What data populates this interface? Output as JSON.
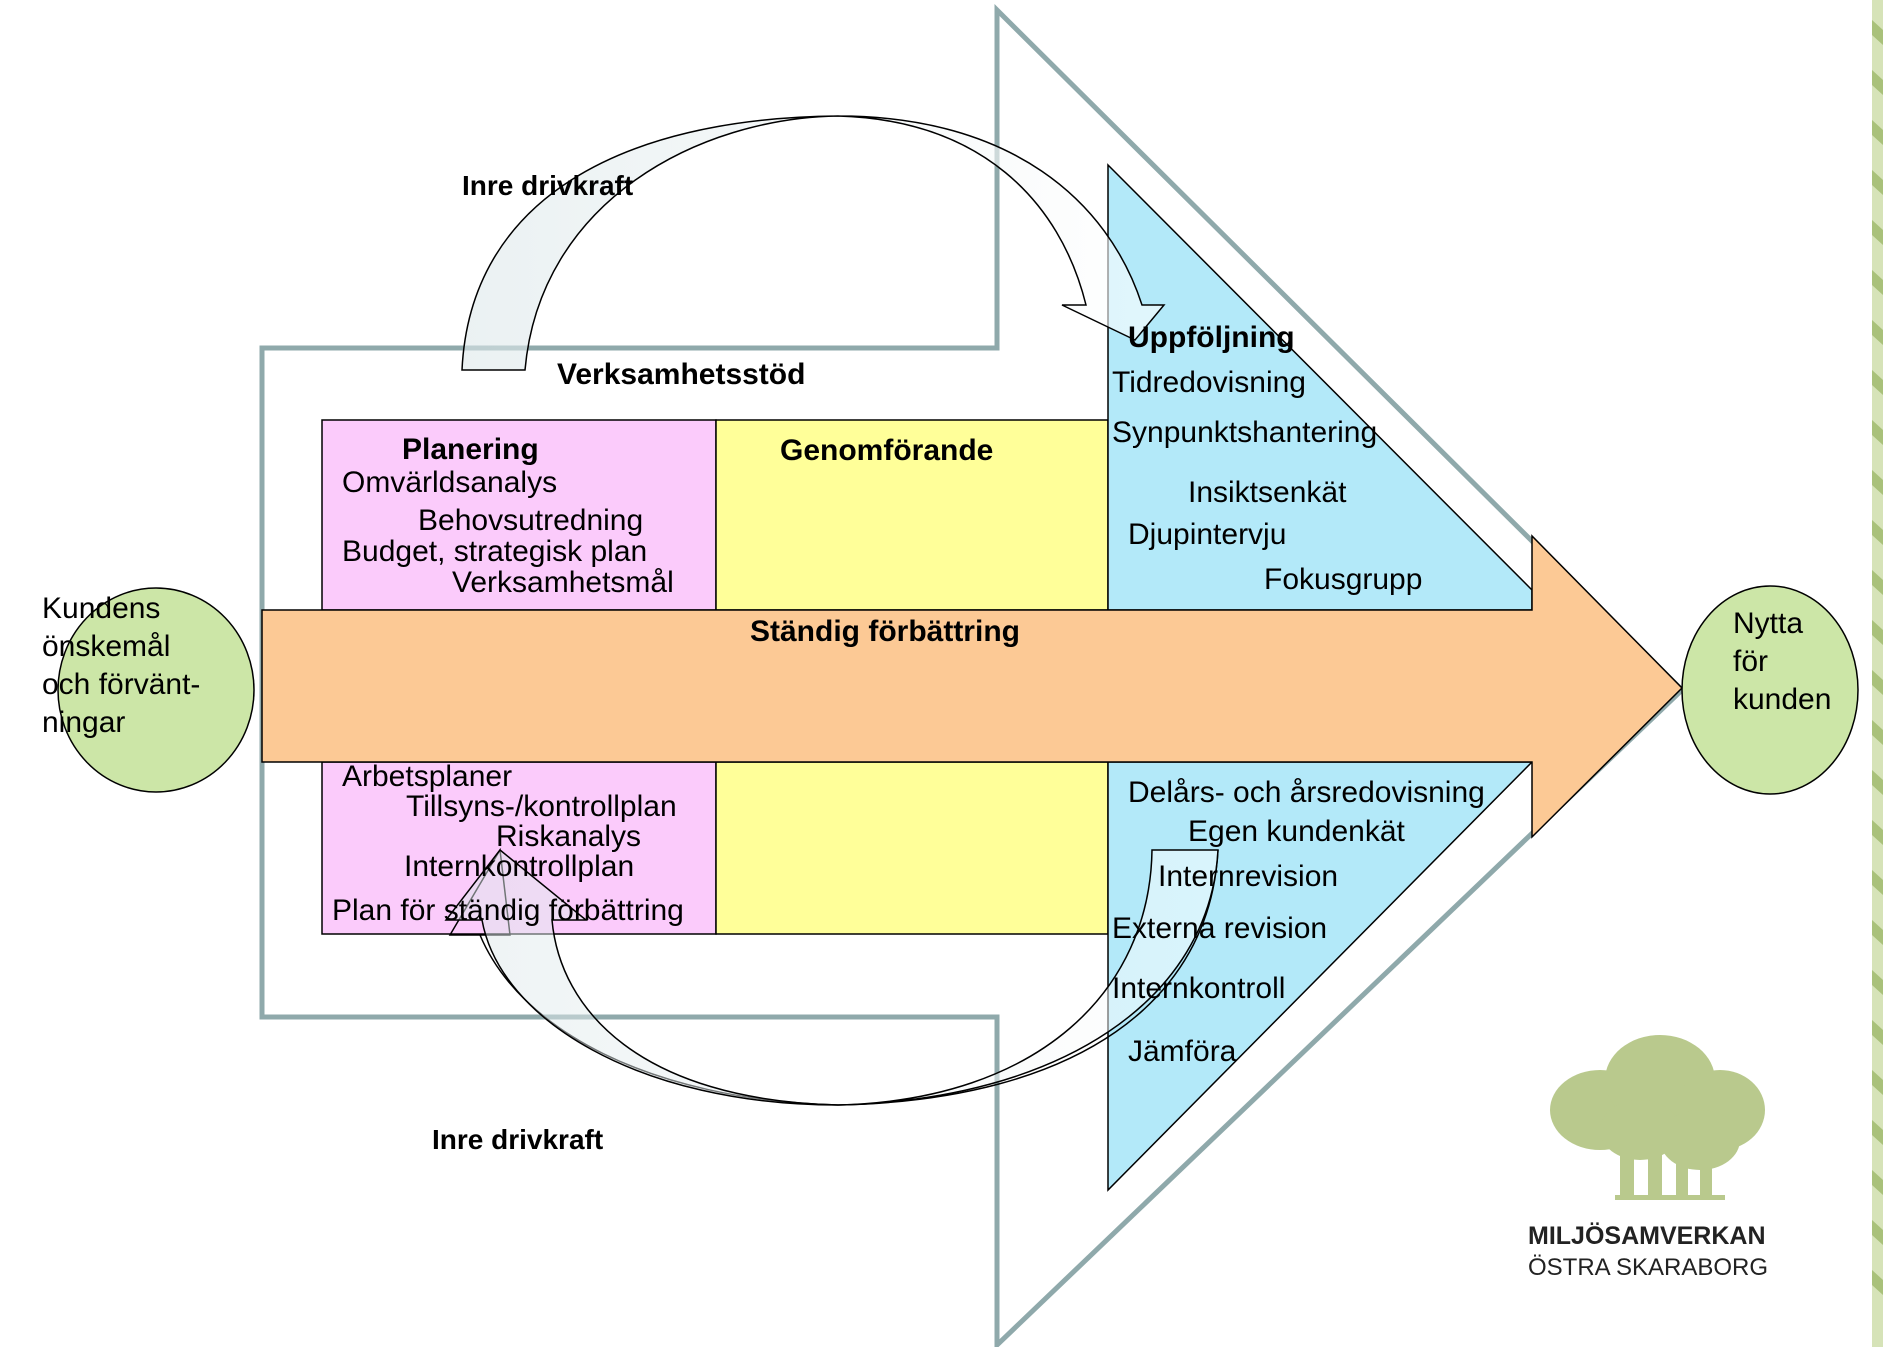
{
  "left_circle": {
    "lines": [
      "Kundens",
      "önskemål",
      "och förvänt-",
      "ningar"
    ]
  },
  "right_circle": {
    "lines": [
      "Nytta",
      "för",
      "kunden"
    ]
  },
  "top_label": "Inre drivkraft",
  "bottom_label": "Inre drivkraft",
  "support_label": "Verksamhetsstöd",
  "main_arrow_label": "Ständig förbättring",
  "planning": {
    "title": "Planering",
    "items": [
      "Omvärldsanalys",
      "Behovsutredning",
      "Budget, strategisk plan",
      "Verksamhetsmål"
    ]
  },
  "execution": {
    "title": "Genomförande"
  },
  "followup": {
    "title": "Uppföljning",
    "items": [
      "Tidredovisning",
      "Synpunktshantering",
      "Insiktsenkät",
      "Djupintervju",
      "Fokusgrupp"
    ]
  },
  "planning_lower": {
    "items": [
      "Arbetsplaner",
      "Tillsyns-/kontrollplan",
      "Riskanalys",
      "Internkontrollplan",
      "Plan för ständig förbättring"
    ]
  },
  "followup_lower": {
    "items": [
      "Delårs- och årsredovisning",
      "Egen kundenkät",
      "Internrevision",
      "Externa revision",
      "Internkontroll",
      "Jämföra"
    ]
  },
  "logo": {
    "name": "MILJÖSAMVERKAN",
    "sub": "ÖSTRA SKARABORG"
  },
  "colors": {
    "outline": "#8fa9ab",
    "pink": "#fbcbfb",
    "yellow": "#ffff99",
    "blue": "#b3e9f9",
    "orange": "#fcc995",
    "circle": "#cce6a7",
    "logo_green": "#b9c98d"
  }
}
